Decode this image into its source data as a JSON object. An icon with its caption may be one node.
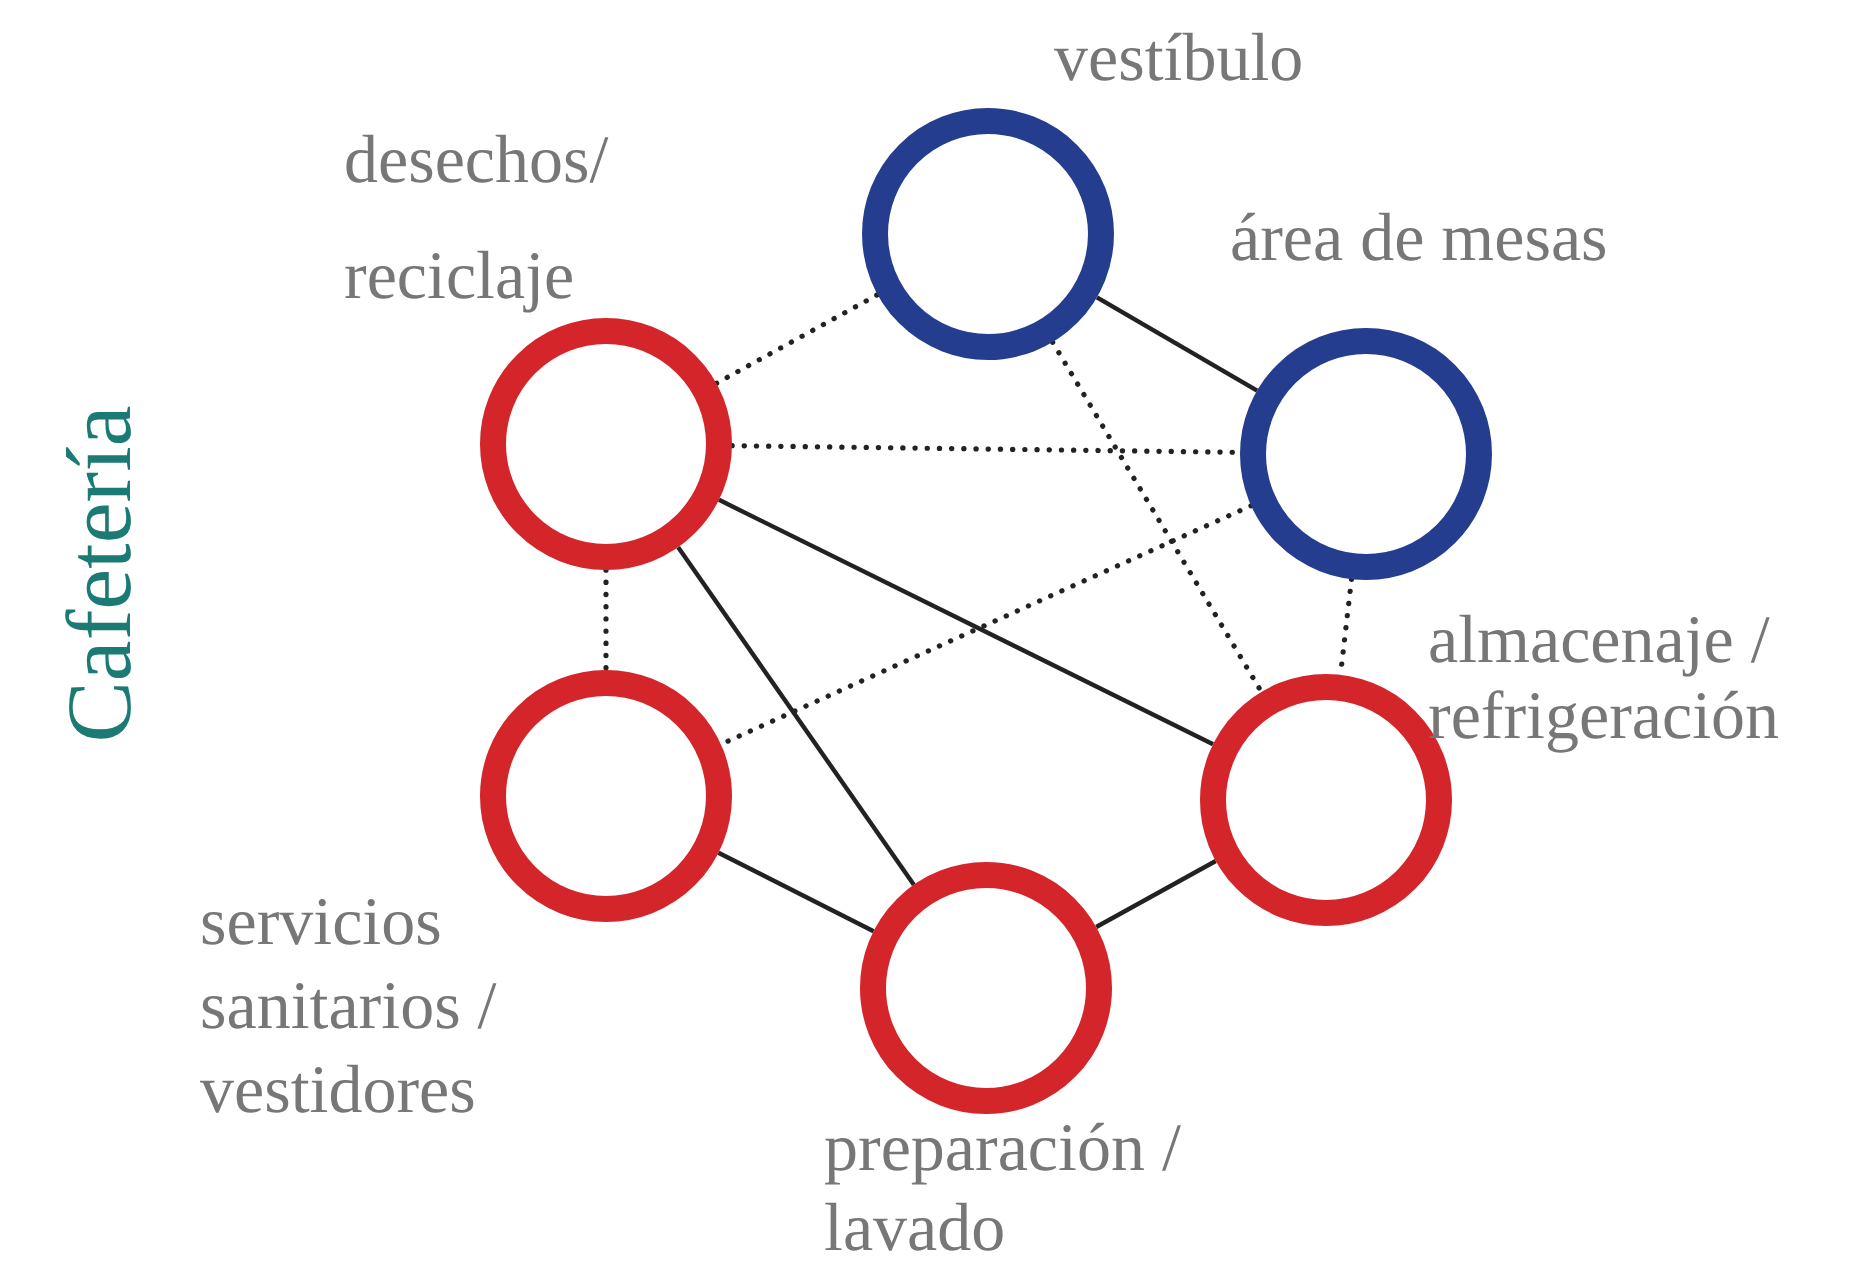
{
  "diagram": {
    "title": "Cafetería",
    "nodes": [
      {
        "text": [
          "vestíbulo"
        ]
      },
      {
        "text": [
          "área de mesas"
        ]
      },
      {
        "text": [
          "desechos/ reciclaje"
        ]
      },
      {
        "text": [
          "almacenaje / refrigeración"
        ]
      },
      {
        "text": [
          "servicios sanitarios / vestidores"
        ]
      },
      {
        "text": [
          "preparación / lavado"
        ]
      }
    ],
    "edges": [
      {
        "from": 0,
        "to": 1,
        "arrow": "none"
      },
      {
        "from": 2,
        "to": 0,
        "arrow": "none",
        "style": "dashed"
      },
      {
        "from": 2,
        "to": 1,
        "arrow": "none",
        "style": "dashed"
      },
      {
        "from": 0,
        "to": 3,
        "arrow": "none",
        "style": "dashed"
      },
      {
        "from": 2,
        "to": 3,
        "arrow": "none"
      },
      {
        "from": 2,
        "to": 5,
        "arrow": "none"
      },
      {
        "from": 2,
        "to": 4,
        "arrow": "none",
        "style": "dashed"
      },
      {
        "from": 1,
        "to": 4,
        "arrow": "none",
        "style": "dashed"
      },
      {
        "from": 1,
        "to": 3,
        "arrow": "none",
        "style": "dashed"
      },
      {
        "from": 4,
        "to": 5,
        "arrow": "none"
      },
      {
        "from": 5,
        "to": 3,
        "arrow": "none"
      }
    ]
  }
}
